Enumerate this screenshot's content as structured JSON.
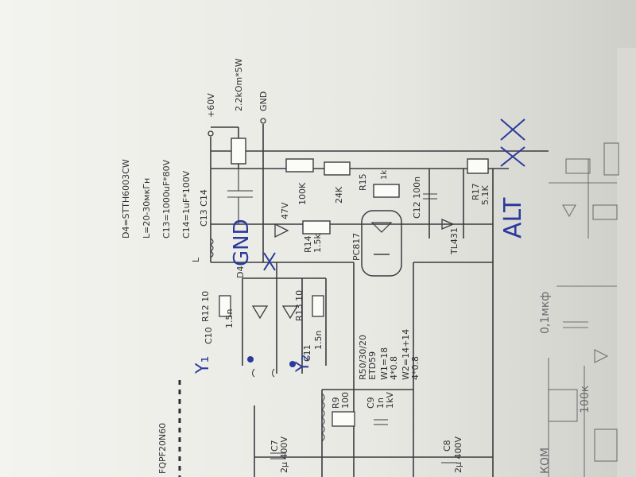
{
  "notes": {
    "d4": "D4=STTH6003CW",
    "inductor": "L=20-30мкГн",
    "c13": "C13=1000uF*80V",
    "c14": "C14=1uF*100V"
  },
  "rails": {
    "plus60": "+60V",
    "gnd": "GND"
  },
  "components": {
    "r_load": "2.2kOm*5W",
    "c13c14": "C13 C14",
    "zener": "47V",
    "r_100k": "100K",
    "r_24k": "24K",
    "r15_name": "R15",
    "r15_val": "1k",
    "c12": "C12 100n",
    "r17_name": "R17",
    "r17_val": "5.1K",
    "r14_name": "R14",
    "r14_val": "1.5k",
    "pc817": "PC817",
    "tl431": "TL431",
    "l": "L",
    "d4": "D4",
    "r12": "R12 10",
    "c10": "C10",
    "c10_val": "1.5n",
    "r13": "R13 10",
    "c11": "C11",
    "c11_val": "1.5n",
    "core1": "R50/30/20",
    "core2": "ETD59",
    "w1": "W1=18",
    "w1b": "4*0.8",
    "w2": "W2=14+14",
    "w2b": "4*0.8",
    "r9": "R9",
    "r9_val": "100",
    "c9": "C9",
    "c9_val": "1n",
    "c9_v": "1kV",
    "c7": "C7",
    "c7_val": "2µ 400V",
    "c8": "C8",
    "c8_val": "2µ 400V",
    "mosfet": "FQPF20N60"
  },
  "handwriting": {
    "alt": "ALT",
    "gnd": "GND",
    "y1": "Y₁",
    "y2": "Y₂",
    "pencil_1": "0,1мкф",
    "pencil_2": "100к",
    "pencil_3": "КОМ"
  },
  "colors": {
    "paper": "#eeeeea",
    "ink": "#2f2f33",
    "pen": "#2a3a9a",
    "pencil": "#6a6a6e"
  }
}
